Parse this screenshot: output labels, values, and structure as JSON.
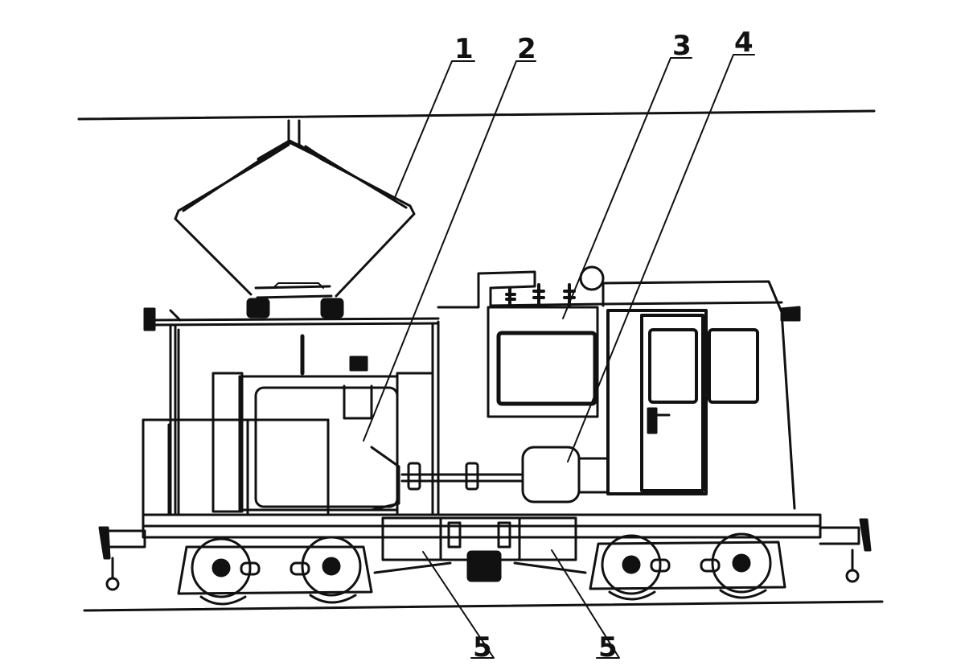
{
  "callouts": [
    {
      "id": "callout-1",
      "label": "1"
    },
    {
      "id": "callout-2",
      "label": "2"
    },
    {
      "id": "callout-3",
      "label": "3"
    },
    {
      "id": "callout-4",
      "label": "4"
    },
    {
      "id": "callout-5a",
      "label": "5"
    },
    {
      "id": "callout-5b",
      "label": "5"
    }
  ],
  "colors": {
    "ink": "#111111",
    "paper": "#ffffff"
  }
}
